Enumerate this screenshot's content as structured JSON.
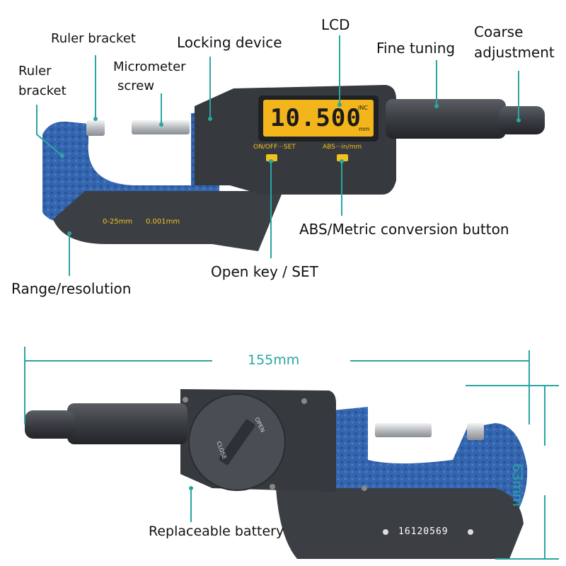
{
  "labels": {
    "ruler_bracket_top": "Ruler bracket",
    "ruler_bracket_left_1": "Ruler",
    "ruler_bracket_left_2": "bracket",
    "micrometer_screw_1": "Micrometer",
    "micrometer_screw_2": "screw",
    "locking_device": "Locking device",
    "lcd": "LCD",
    "fine_tuning": "Fine tuning",
    "coarse_adjustment_1": "Coarse",
    "coarse_adjustment_2": "adjustment",
    "abs_metric_button": "ABS/Metric conversion button",
    "open_key_set": "Open key / SET",
    "range_resolution": "Range/resolution",
    "replaceable_battery": "Replaceable battery"
  },
  "device_top": {
    "display_value": "10.500",
    "display_unit_top": "INC",
    "display_unit_bottom": "mm",
    "button_left_label": "ON/OFF···SET",
    "button_right_label": "ABS···in/mm",
    "range_text": "0-25mm",
    "resolution_text": "0.001mm"
  },
  "device_bottom": {
    "cover_open": "OPEN",
    "cover_close": "CLOSE",
    "serial_number": "16120569"
  },
  "dimensions": {
    "length": "155mm",
    "height": "63mm"
  },
  "colors": {
    "frame_blue": "#2f5fa8",
    "body_dark": "#3a3d42",
    "lcd_yellow": "#f2b51c",
    "dimension_teal": "#2aa6a0"
  }
}
